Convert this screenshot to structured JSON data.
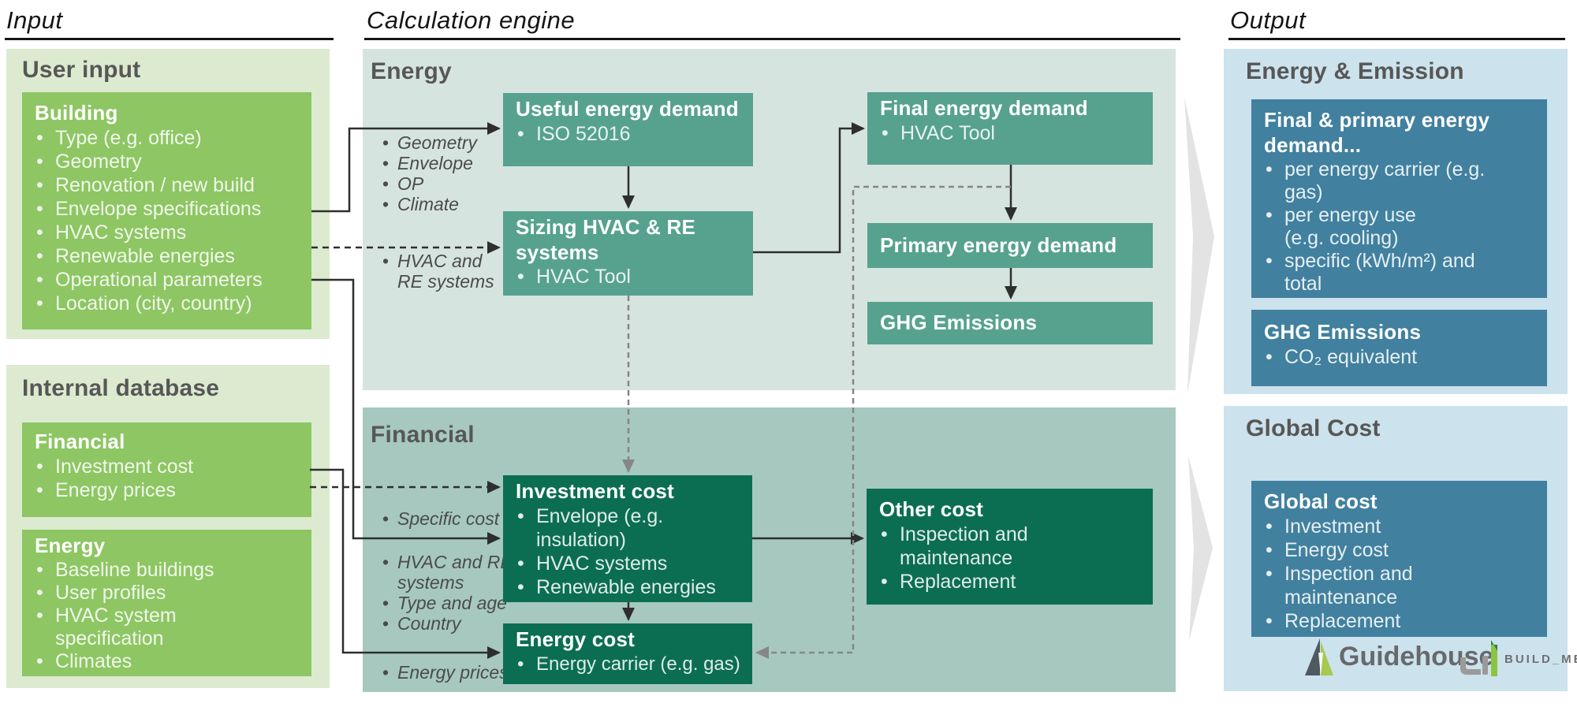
{
  "headers": {
    "input": "Input",
    "engine": "Calculation engine",
    "output": "Output"
  },
  "input": {
    "user_input": {
      "title": "User input",
      "building": {
        "title": "Building",
        "items": [
          "Type (e.g. office)",
          "Geometry",
          "Renovation / new build",
          "Envelope specifications",
          "HVAC systems",
          "Renewable energies",
          "Operational parameters",
          "Location (city, country)"
        ]
      }
    },
    "internal_database": {
      "title": "Internal database",
      "financial": {
        "title": "Financial",
        "items": [
          "Investment cost",
          "Energy prices"
        ]
      },
      "energy": {
        "title": "Energy",
        "items": [
          "Baseline buildings",
          "User profiles",
          "HVAC system\nspecification",
          "Climates"
        ]
      }
    }
  },
  "engine": {
    "energy": {
      "title": "Energy",
      "labels_building": [
        "Geometry",
        "Envelope",
        "OP",
        "Climate"
      ],
      "labels_hvac": [
        "HVAC and\nRE systems"
      ],
      "useful": {
        "title": "Useful energy demand",
        "items": [
          "ISO 52016"
        ]
      },
      "sizing": {
        "title": "Sizing HVAC & RE\nsystems",
        "items": [
          "HVAC Tool"
        ]
      },
      "final": {
        "title": "Final energy demand",
        "items": [
          "HVAC Tool"
        ]
      },
      "primary": {
        "title": "Primary energy demand"
      },
      "ghg": {
        "title": "GHG Emissions"
      }
    },
    "financial": {
      "title": "Financial",
      "labels_specific": [
        "Specific cost"
      ],
      "labels_hvac": [
        "HVAC and RE\nsystems",
        "Type and age",
        "Country"
      ],
      "labels_prices": [
        "Energy prices"
      ],
      "investment": {
        "title": "Investment cost",
        "items": [
          "Envelope (e.g.\ninsulation)",
          "HVAC systems",
          "Renewable energies"
        ]
      },
      "energy_cost": {
        "title": "Energy cost",
        "items": [
          "Energy carrier (e.g. gas)"
        ]
      },
      "other_cost": {
        "title": "Other cost",
        "items": [
          "Inspection and\nmaintenance",
          "Replacement"
        ]
      }
    }
  },
  "output": {
    "energy_emission": {
      "title": "Energy & Emission",
      "demand": {
        "title": "Final & primary energy\ndemand...",
        "items": [
          "per energy carrier (e.g.\ngas)",
          "per energy use\n(e.g. cooling)",
          "specific (kWh/m²) and\ntotal"
        ]
      },
      "ghg": {
        "title": "GHG Emissions",
        "items": [
          "CO₂ equivalent"
        ]
      }
    },
    "global_cost": {
      "title": "Global Cost",
      "global": {
        "title": "Global cost",
        "items": [
          "Investment",
          "Energy cost",
          "Inspection and\nmaintenance",
          "Replacement"
        ]
      },
      "logos": {
        "guidehouse": "Guidehouse",
        "buildme": "BUILD_ME"
      }
    }
  },
  "colors": {
    "panel_light_green": "#dcead0",
    "box_green": "#8dc663",
    "panel_energy": "#d6e4e0",
    "box_teal": "#56a28e",
    "panel_financial": "#a6c8bf",
    "box_dark_green": "#0b6e52",
    "panel_output": "#cce2ed",
    "box_blue": "#41809f",
    "section_title_gray": "#575756",
    "connector_black": "#2e2e2e",
    "connector_gray": "#868686",
    "chevron_gray": "#e3e3e3",
    "guidehouse_slate": "#4e5a61",
    "guidehouse_lime": "#a6c94f",
    "buildme_green": "#8bc540"
  }
}
